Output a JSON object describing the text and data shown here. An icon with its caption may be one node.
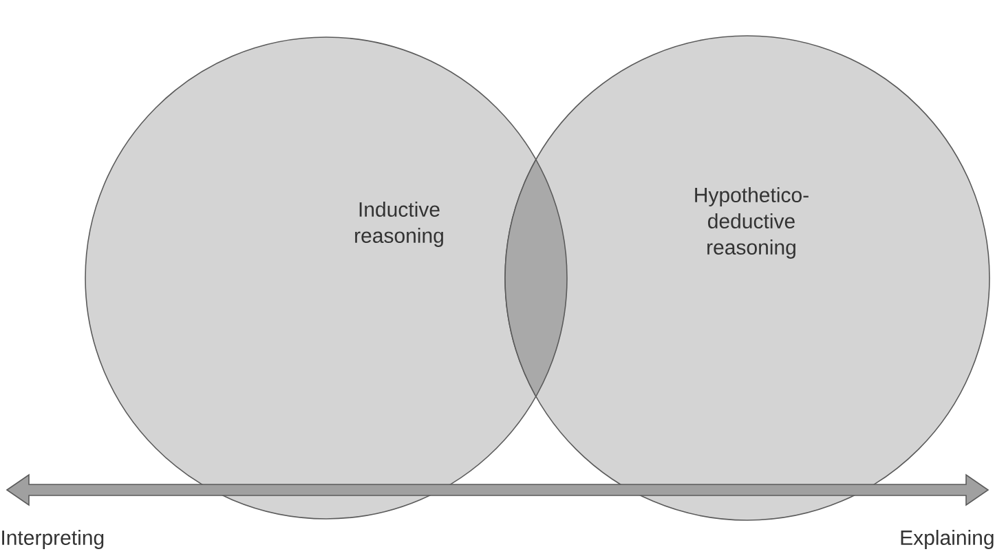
{
  "diagram": {
    "nodes": [
      {
        "text": [
          "Inductive reasoning"
        ]
      },
      {
        "text": [
          "Hypothetico-deductive reasoning"
        ]
      }
    ],
    "labels": [
      "Interpreting",
      "Explaining"
    ]
  }
}
